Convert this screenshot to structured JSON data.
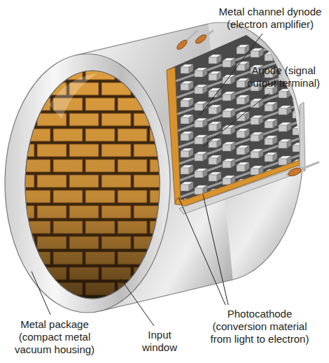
{
  "diagram": {
    "labels": [
      "Metal channel dynode (electron amplifier)",
      "Anode (signal output terminal)",
      "Metal package (compact metal vacuum housing)",
      "Input window",
      "Photocathode (conversion material from light to electron)"
    ]
  }
}
